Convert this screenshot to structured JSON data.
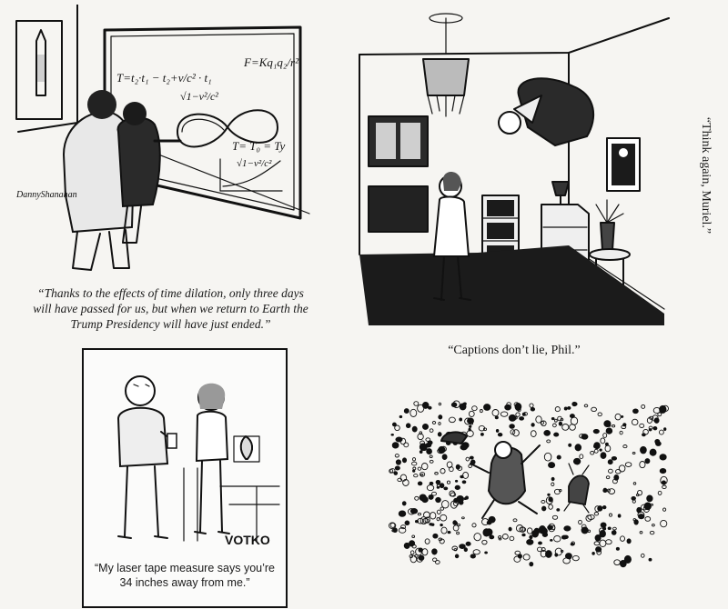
{
  "cartoons": [
    {
      "caption": "“Thanks to the effects of time dilation, only three days will have passed for us, but when we return to Earth the Trump Presidency will have just ended.”",
      "signature": "DannyShanahan",
      "board": {
        "eq1": "T=t₂·t₁ − (t₂+v/c²) ... √(1−v²/c²)",
        "eq2": "F=Kq₁q₂/r²",
        "eq3": "T = T₀ / √(1−v²/c²) = Ty"
      }
    },
    {
      "caption": "“Captions don’t lie, Phil.”"
    },
    {
      "caption": "“Think again, Muriel.”"
    },
    {
      "caption": "“My laser tape measure says you’re 34 inches away from me.”",
      "signature": "VOTKO"
    },
    {
      "caption": ""
    }
  ]
}
